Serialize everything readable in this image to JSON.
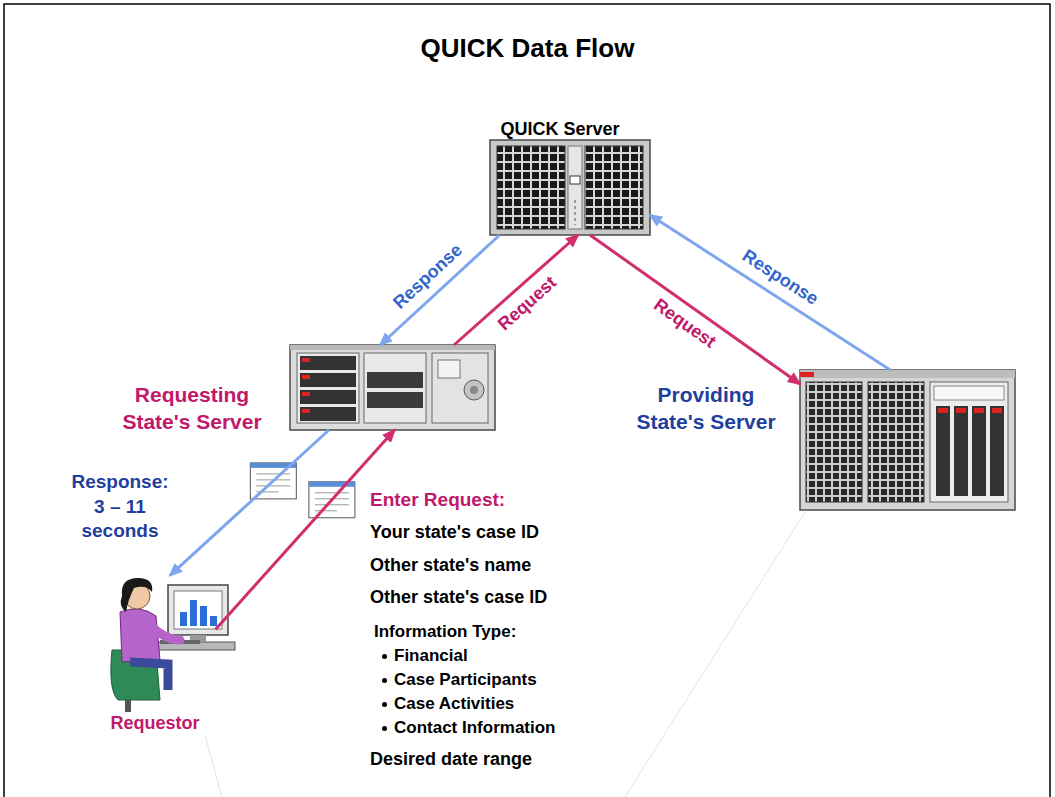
{
  "diagram": {
    "title": "QUICK Data Flow",
    "nodes": [
      {
        "text": [
          "QUICK Server"
        ]
      },
      {
        "text": [
          "Requesting State's Server"
        ]
      },
      {
        "text": [
          "Providing State's Server"
        ]
      },
      {
        "text": [
          "Requestor"
        ]
      }
    ],
    "edges": [
      {
        "from": 1,
        "to": 0,
        "label": "Request",
        "arrow": "to"
      },
      {
        "from": 0,
        "to": 1,
        "label": "Response",
        "arrow": "to"
      },
      {
        "from": 0,
        "to": 2,
        "label": "Request",
        "arrow": "to"
      },
      {
        "from": 2,
        "to": 0,
        "label": "Response",
        "arrow": "to"
      },
      {
        "from": 3,
        "to": 1,
        "arrow": "to"
      },
      {
        "from": 1,
        "to": 3,
        "arrow": "to"
      }
    ],
    "labels": [
      "Response: 3 – 11 seconds",
      "Enter Request:",
      "Your state's case ID",
      "Other state's name",
      "Other state's case ID",
      "Information Type:",
      "Financial",
      "Case Participants",
      "Case Activities",
      "Contact Information",
      "Desired date range"
    ]
  }
}
